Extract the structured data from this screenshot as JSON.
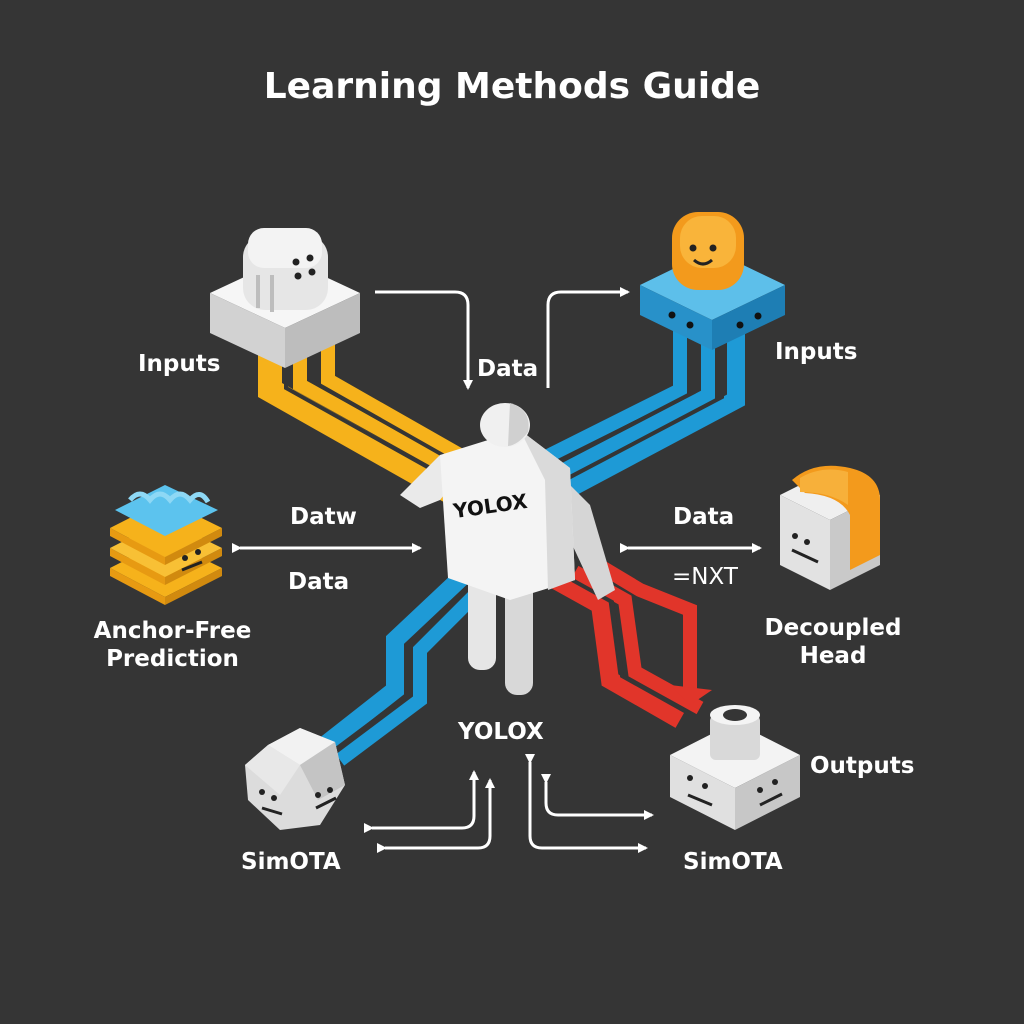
{
  "title": "Learning Methods Guide",
  "labels": {
    "inputs_left": "Inputs",
    "inputs_right": "Inputs",
    "data_top": "Data",
    "data_left_upper": "Datw",
    "data_left_lower": "Data",
    "data_right_upper": "Data",
    "data_right_lower": "=NXT",
    "anchor_free_line1": "Anchor-Free",
    "anchor_free_line2": "Prediction",
    "decoupled_line1": "Decoupled",
    "decoupled_line2": "Head",
    "yolox_center": "YOLOX",
    "yolox_figure": "YOLOX",
    "outputs": "Outputs",
    "simota_left": "SimOTA",
    "simota_right": "SimOTA"
  },
  "colors": {
    "background": "#353535",
    "yellow_flow": "#F6B21B",
    "blue_flow": "#1E9AD6",
    "red_flow": "#E1352A",
    "orange_accent": "#F39A1C",
    "block_white": "#EDEDED"
  }
}
